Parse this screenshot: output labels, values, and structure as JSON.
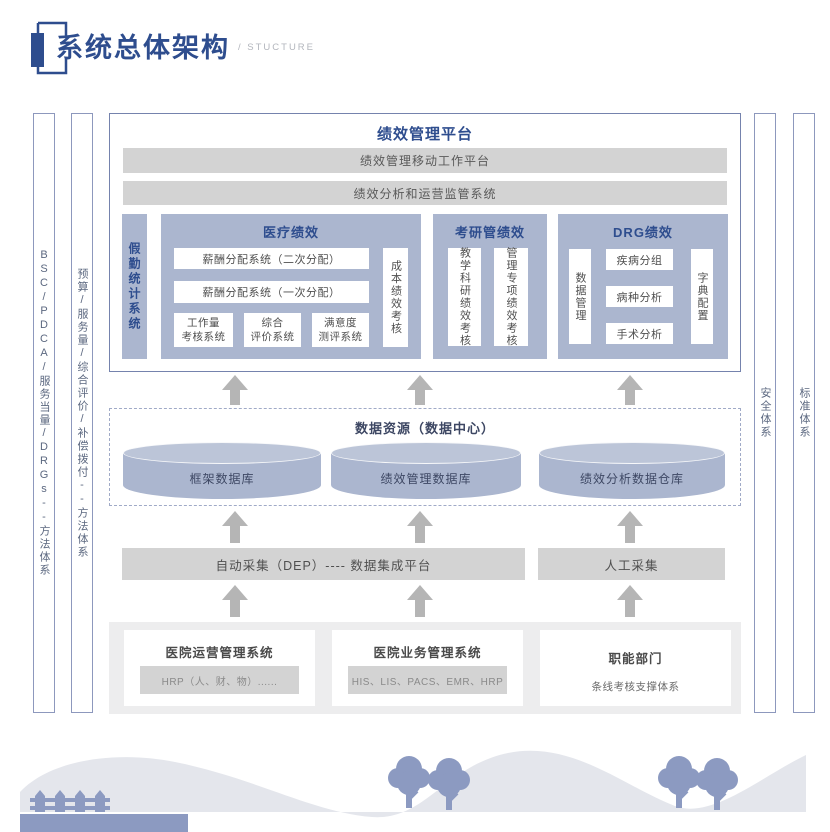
{
  "header": {
    "title": "系统总体架构",
    "subtitle": "/ STUCTURE"
  },
  "sidebars": {
    "left": [
      "BSC/PDCA/服务当量/DRGs--方法体系",
      "预算/服务量/综合评价/补偿拨付--方法体系"
    ],
    "right": [
      "安全体系",
      "标准体系"
    ]
  },
  "platform": {
    "title": "绩效管理平台",
    "bar1": "绩效管理移动工作平台",
    "bar2": "绩效分析和运营监管系统",
    "attendance": "假勤统计系统",
    "medical": {
      "title": "医疗绩效",
      "dist2": "薪酬分配系统（二次分配）",
      "dist1": "薪酬分配系统（一次分配）",
      "bottom": [
        "工作量\n考核系统",
        "综合\n评价系统",
        "满意度\n测评系统"
      ],
      "cost": "成本绩效考核"
    },
    "research": {
      "title": "考研管绩效",
      "col1": "教学科研绩效考核",
      "col2": "管理专项绩效考核"
    },
    "drg": {
      "title": "DRG绩效",
      "left": "数据管理",
      "items": [
        "疾病分组",
        "病种分析",
        "手术分析"
      ],
      "right": "字典配置"
    }
  },
  "data_center": {
    "title": "数据资源（数据中心）",
    "databases": [
      "框架数据库",
      "绩效管理数据库",
      "绩效分析数据仓库"
    ]
  },
  "collection": {
    "auto": "自动采集（DEP）---- 数据集成平台",
    "manual": "人工采集"
  },
  "sources": [
    {
      "title": "医院运营管理系统",
      "detail": "HRP（人、财、物）......"
    },
    {
      "title": "医院业务管理系统",
      "detail": "HIS、LIS、PACS、EMR、HRP"
    },
    {
      "title": "职能部门",
      "detail": "条线考核支撑体系"
    }
  ],
  "colors": {
    "accent_blue": "#2e4d8e",
    "box_fill": "#abb6cf",
    "gray_bar": "#d3d3d3",
    "arrow_gray": "#b5b5b5",
    "panel_gray": "#ededee",
    "hill_gray": "#e4e6ec",
    "tree_blue": "#8c9ac1"
  }
}
